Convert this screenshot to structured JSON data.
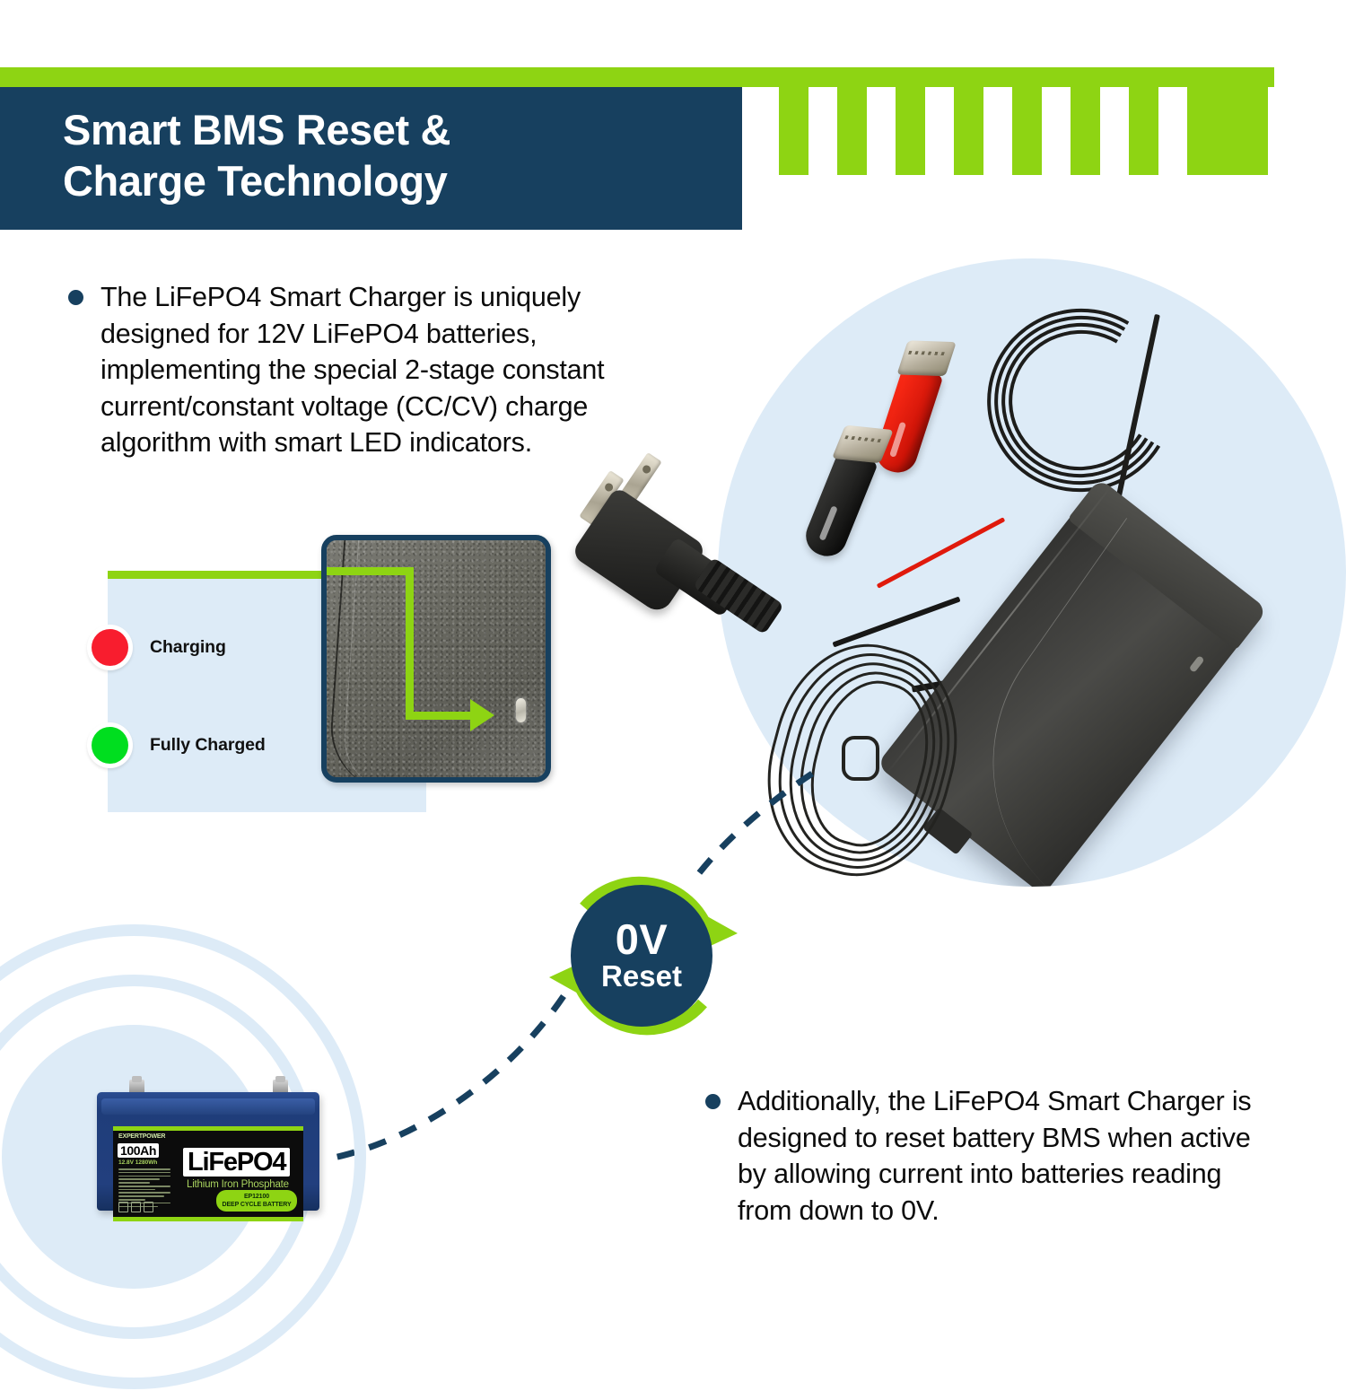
{
  "header": {
    "title_line1": "Smart BMS Reset &",
    "title_line2": "Charge Technology",
    "accent_green": "#8ed413",
    "navy": "#17405f",
    "stripe_count": 8
  },
  "bullets": [
    {
      "id": "bullet-charger-design",
      "text": "The LiFePO4 Smart Charger is uniquely designed for 12V LiFePO4 batteries, implementing the special 2-stage constant current/constant voltage (CC/CV) charge algorithm with smart LED indicators."
    },
    {
      "id": "bullet-bms-reset",
      "text": "Additionally, the LiFePO4 Smart Charger is designed to reset battery BMS when active by allowing current into batteries reading from down to 0V."
    }
  ],
  "led_legend": {
    "panel_color": "#ddebf7",
    "items": [
      {
        "label": "Charging",
        "color": "#f81d2e"
      },
      {
        "label": "Fully Charged",
        "color": "#00de1f"
      }
    ]
  },
  "reset_badge": {
    "value": "0V",
    "label": "Reset",
    "circle_color": "#17405f",
    "arrow_color": "#8ed413"
  },
  "battery": {
    "brand": "EXPERTPOWER",
    "capacity": "100Ah",
    "voltage_energy": "12.8V 1280Wh",
    "chemistry": "LiFePO4",
    "chemistry_full": "Lithium Iron Phosphate",
    "model": "EP12100",
    "type_label": "DEEP CYCLE BATTERY",
    "case_color": "#1f3d7a",
    "accent": "#8ed413"
  },
  "charger_photo": {
    "clip_positive_color": "#cf1408",
    "clip_negative_color": "#191918",
    "body_color": "#3b3b39",
    "backdrop_color": "#ddebf7"
  }
}
